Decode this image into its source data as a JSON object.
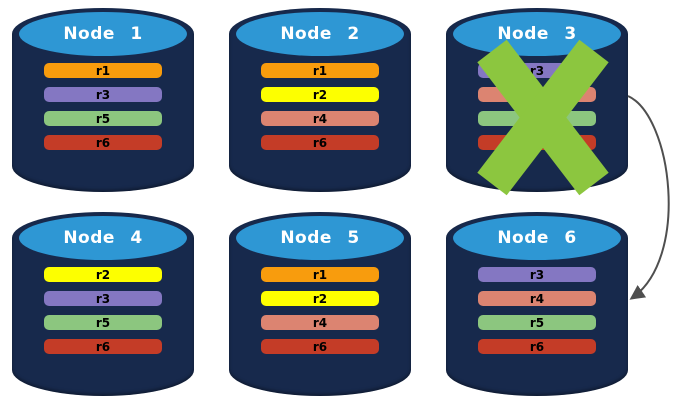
{
  "diagram": {
    "background": "#FFFFFF",
    "colors": {
      "cylinder_body": "#17294C",
      "cylinder_top": "#2E97D4",
      "node_label_text": "#FFFFFF",
      "replica_label_text": "#000000",
      "x_mark": "#8CC63F",
      "arrow": "#4F4F4F"
    },
    "replica_palette": {
      "r1": "#F89C0D",
      "r2": "#FDFF00",
      "r3": "#8477C2",
      "r4": "#DC8471",
      "r5": "#8CC67F",
      "r6": "#C43C27"
    },
    "nodes": [
      {
        "label": "Node 1",
        "replicas": [
          "r1",
          "r3",
          "r5",
          "r6"
        ],
        "failed": false
      },
      {
        "label": "Node 2",
        "replicas": [
          "r1",
          "r2",
          "r4",
          "r6"
        ],
        "failed": false
      },
      {
        "label": "Node 3",
        "replicas": [
          "r3",
          "r4",
          "r5",
          "r6"
        ],
        "failed": true
      },
      {
        "label": "Node 4",
        "replicas": [
          "r2",
          "r3",
          "r5",
          "r6"
        ],
        "failed": false
      },
      {
        "label": "Node 5",
        "replicas": [
          "r1",
          "r2",
          "r4",
          "r6"
        ],
        "failed": false
      },
      {
        "label": "Node 6",
        "replicas": [
          "r3",
          "r4",
          "r5",
          "r6"
        ],
        "failed": false
      }
    ],
    "failure": {
      "failed_node": "Node 3",
      "arrow_from": "Node 3",
      "arrow_to": "Node 6"
    }
  }
}
